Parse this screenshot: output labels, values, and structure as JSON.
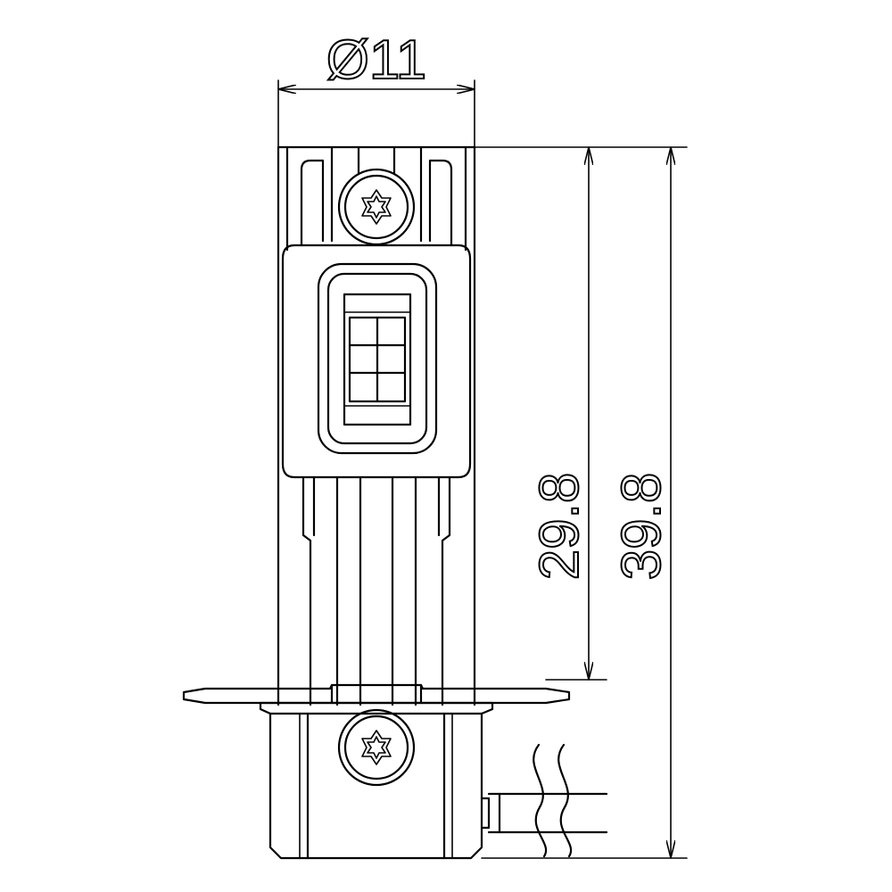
{
  "dimensions": {
    "diameter_label": "Ø11",
    "inner_height_label": "29.8",
    "overall_height_label": "39.8"
  }
}
